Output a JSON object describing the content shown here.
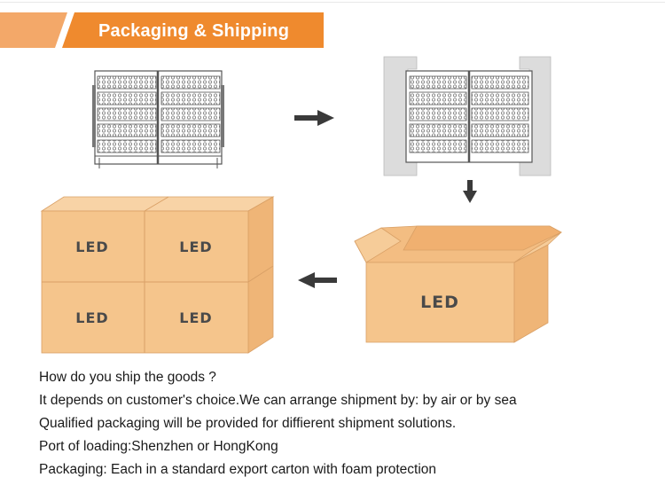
{
  "header": {
    "title": "Packaging & Shipping",
    "accent_color": "#ef8a2e"
  },
  "illustration": {
    "box_label": "LED",
    "box_color": "#f5c58c",
    "arrow_icons": [
      "arrow-right-icon",
      "arrow-down-icon",
      "arrow-left-icon"
    ]
  },
  "info": {
    "lines": [
      "How do you ship the goods ?",
      "It depends on customer's choice.We can arrange shipment by: by air or by sea",
      "Qualified packaging will be provided for diffierent shipment solutions.",
      "Port of loading:Shenzhen or HongKong",
      "Packaging:  Each in a standard export carton with foam protection"
    ]
  }
}
